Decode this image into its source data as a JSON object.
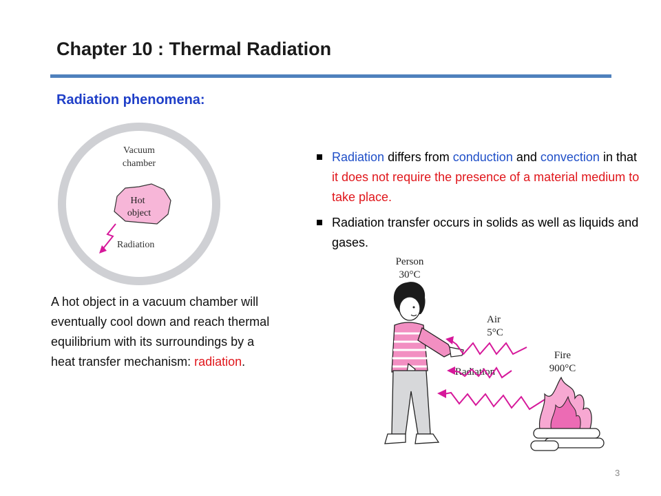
{
  "slide": {
    "title": "Chapter 10  : Thermal Radiation",
    "subtitle": "Radiation phenomena:",
    "page_number": "3"
  },
  "bullets": [
    {
      "parts": [
        {
          "text": "Radiation",
          "style": "blue"
        },
        {
          "text": " differs from ",
          "style": "plain"
        },
        {
          "text": "conduction",
          "style": "blue"
        },
        {
          "text": " and ",
          "style": "plain"
        },
        {
          "text": "convection",
          "style": "blue"
        },
        {
          "text": " in that ",
          "style": "plain"
        },
        {
          "text": "it does not require the presence of a material medium to take place.",
          "style": "red"
        }
      ]
    },
    {
      "parts": [
        {
          "text": "Radiation transfer occurs in solids as well as liquids and gases.",
          "style": "plain"
        }
      ]
    }
  ],
  "paragraph": {
    "text": "A hot object in a vacuum chamber will eventually cool down and reach thermal equilibrium with its surroundings by a heat transfer mechanism: ",
    "highlight": "radiation",
    "end": "."
  },
  "figure_chamber": {
    "label_vacuum_1": "Vacuum",
    "label_vacuum_2": "chamber",
    "label_hot_1": "Hot",
    "label_hot_2": "object",
    "label_radiation": "Radiation"
  },
  "figure_person": {
    "person_label": "Person",
    "person_temp": "30°C",
    "air_label": "Air",
    "air_temp": "5°C",
    "fire_label": "Fire",
    "fire_temp": "900°C",
    "radiation_label": "Radiation"
  },
  "colors": {
    "title_rule": "#4f81bd",
    "subtitle": "#1f3fc8",
    "emphasis_blue": "#1f4fc8",
    "emphasis_red": "#e0161b",
    "radiation_arrow": "#d6189a",
    "object_fill": "#f7b6d8",
    "chamber_ring": "#cfd0d4"
  }
}
